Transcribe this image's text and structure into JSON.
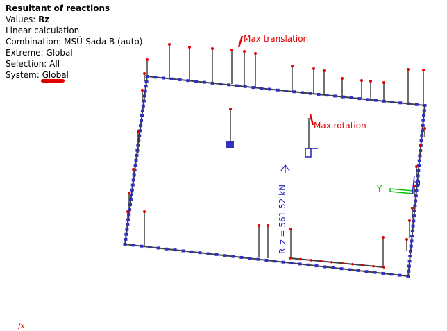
{
  "info": {
    "title": "Resultant of reactions",
    "values_label": "Values: ",
    "values_value": "Rz",
    "calc": "Linear calculation",
    "combination": "Combination:  MSÚ-Sada B (auto)",
    "extreme": "Extreme: Global",
    "selection": "Selection: All",
    "system_label": "System: ",
    "system_value": "Global"
  },
  "annotations": {
    "max_translation": "Max translation",
    "max_rotation": "Max rotation",
    "resultant": "R_z = 561.52 kN"
  },
  "axes": {
    "y_label": "Y",
    "z_label": "Z"
  },
  "corner_mark": "/x",
  "colors": {
    "beam": "#404040",
    "support": "#3030c0",
    "reaction_dot": "#e00000",
    "annotation": "#e00000",
    "axis_y": "#00c000",
    "axis_z": "#2020c0"
  }
}
